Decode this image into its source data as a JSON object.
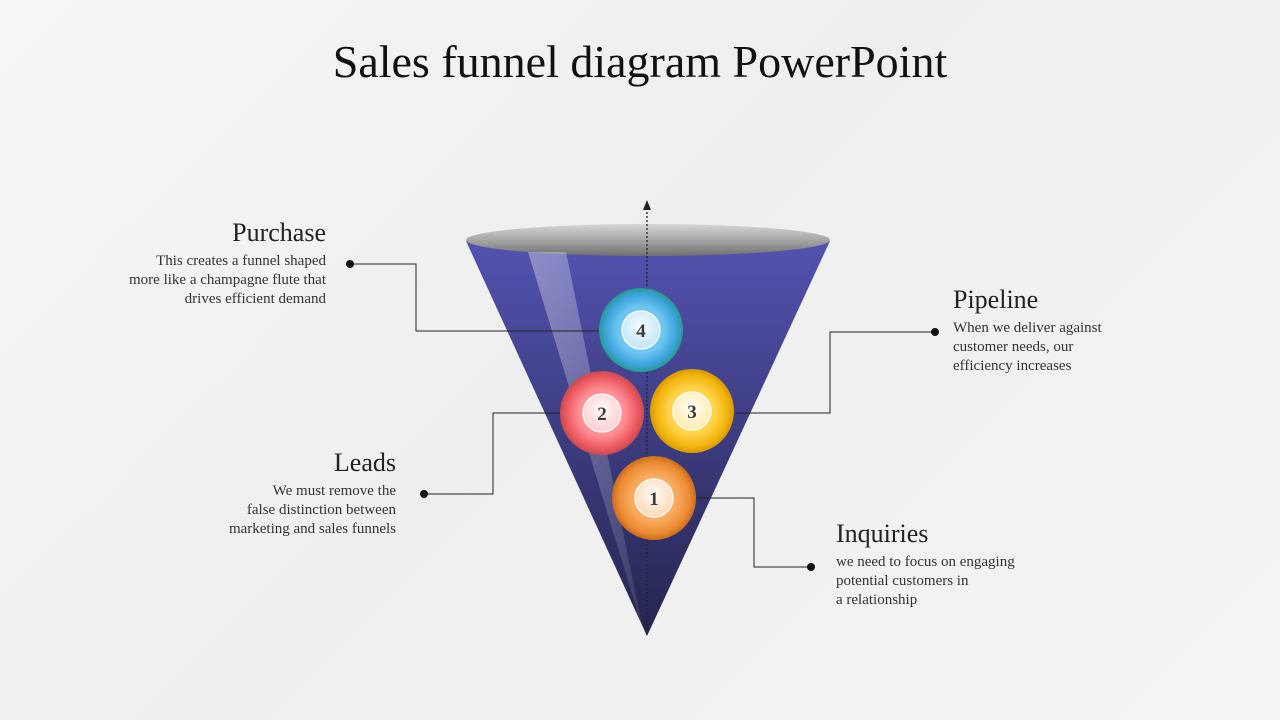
{
  "slide": {
    "title": "Sales funnel diagram PowerPoint"
  },
  "colors": {
    "funnel_top": "#5352b0",
    "funnel_bottom": "#25254f",
    "rim": "#9a9a9a",
    "ball_blue": "#3aa3dc",
    "ball_red": "#ec5a60",
    "ball_yellow": "#f2b40c",
    "ball_orange": "#ed8a32",
    "connector": "#222222"
  },
  "stages": {
    "purchase": {
      "number": "4",
      "heading": "Purchase",
      "text": "This creates a funnel shaped\nmore like a champagne flute that\ndrives efficient demand"
    },
    "pipeline": {
      "number": "3",
      "heading": "Pipeline",
      "text": "When we deliver against\ncustomer needs, our\nefficiency increases"
    },
    "leads": {
      "number": "2",
      "heading": "Leads",
      "text": "We must remove the\nfalse distinction between\nmarketing and sales funnels"
    },
    "inquiries": {
      "number": "1",
      "heading": "Inquiries",
      "text": "we need to focus on engaging\npotential customers in\na relationship"
    }
  }
}
